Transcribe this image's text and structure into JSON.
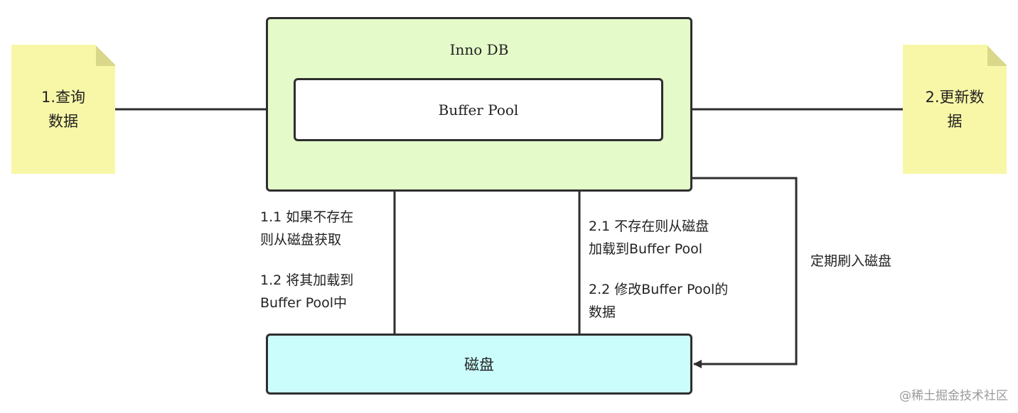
{
  "diagram": {
    "innodb_title": "Inno DB",
    "buffer_pool_label": "Buffer Pool",
    "disk_label": "磁盘",
    "note_query": "1.查询\n数据",
    "note_update": "2.更新数\n据",
    "label_1_1": "1.1 如果不存在\n则从磁盘获取",
    "label_1_2": "1.2 将其加载到\nBuffer Pool中",
    "label_2_1": "2.1 不存在则从磁盘\n加载到Buffer Pool",
    "label_2_2": "2.2 修改Buffer Pool的\n数据",
    "label_flush": "定期刷入磁盘",
    "watermark": "@稀土掘金技术社区"
  },
  "colors": {
    "innodb_fill": "#e4fbc9",
    "disk_fill": "#ccfdfd",
    "note_fill": "#f8f7a7",
    "stroke": "#2e2e2e"
  }
}
